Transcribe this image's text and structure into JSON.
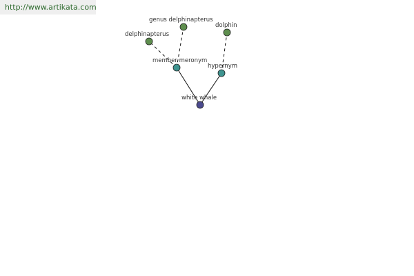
{
  "header": {
    "url": "http://www.artikata.com"
  },
  "colors": {
    "leaf_node": "#5e8e4e",
    "relation_node": "#3f9490",
    "root_node": "#4b4a8e",
    "url_bg": "#efefef",
    "url_text": "#2f6b2f"
  },
  "graph": {
    "nodes": [
      {
        "id": "white-whale",
        "label": "white whale",
        "kind": "root"
      },
      {
        "id": "member-meronym",
        "label": "member meronym",
        "kind": "relation"
      },
      {
        "id": "hypernym",
        "label": "hypernym",
        "kind": "relation"
      },
      {
        "id": "delphinapterus",
        "label": "delphinapterus",
        "kind": "leaf"
      },
      {
        "id": "genus-delphinapterus",
        "label": "genus delphinapterus",
        "kind": "leaf"
      },
      {
        "id": "dolphin",
        "label": "dolphin",
        "kind": "leaf"
      }
    ],
    "edges": [
      {
        "from": "white-whale",
        "to": "member-meronym",
        "style": "solid"
      },
      {
        "from": "white-whale",
        "to": "hypernym",
        "style": "solid"
      },
      {
        "from": "member-meronym",
        "to": "delphinapterus",
        "style": "dashed"
      },
      {
        "from": "member-meronym",
        "to": "genus-delphinapterus",
        "style": "dashed"
      },
      {
        "from": "hypernym",
        "to": "dolphin",
        "style": "dashed"
      }
    ]
  }
}
